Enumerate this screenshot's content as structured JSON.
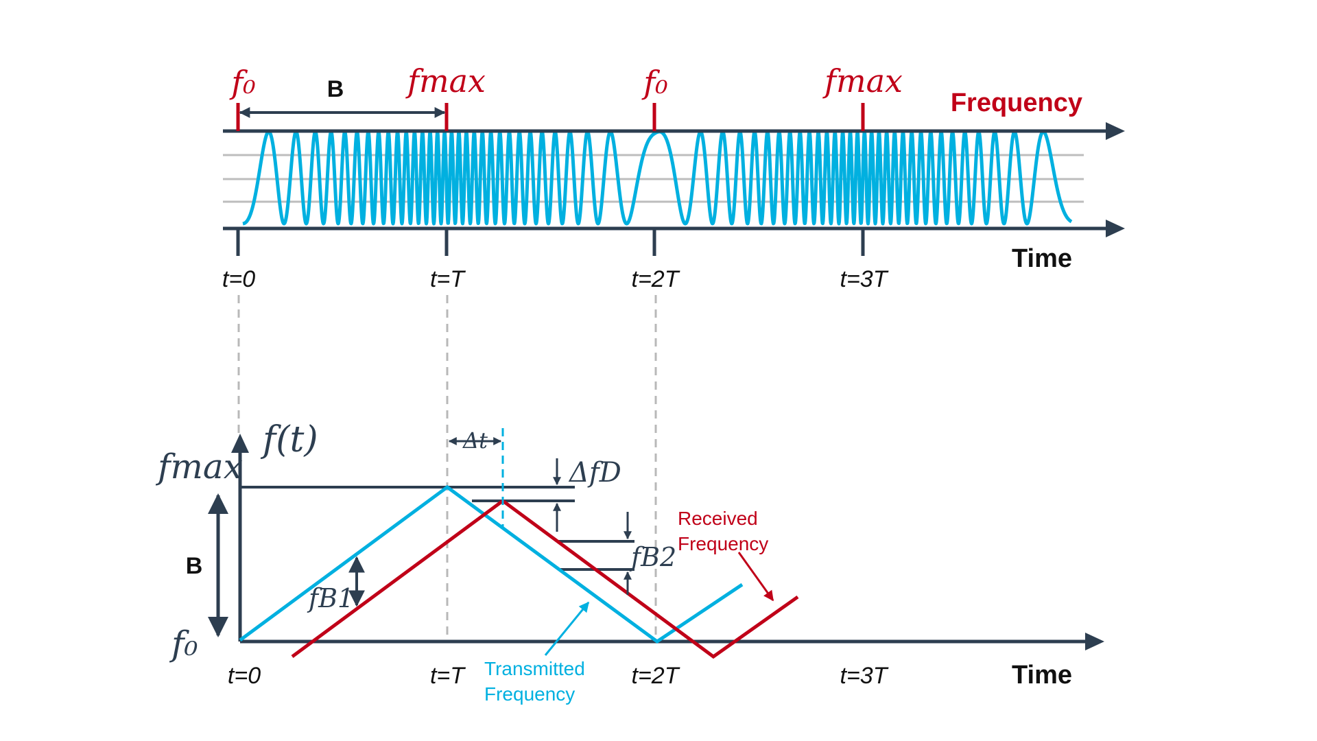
{
  "colors": {
    "axis": "#2d3e50",
    "transmitted": "#00b0e0",
    "received": "#c00018",
    "grid": "#bdbdbd",
    "guide": "#b8b8b8"
  },
  "top": {
    "marker_f0_1": "f₀",
    "marker_fmax_1": "fmax",
    "marker_f0_2": "f₀",
    "marker_fmax_2": "fmax",
    "bandwidth": "B",
    "frequency_axis": "Frequency",
    "time_axis": "Time",
    "ticks": [
      "t=0",
      "t=T",
      "t=2T",
      "t=3T"
    ]
  },
  "bottom": {
    "y_axis": "f(t)",
    "fmax": "fmax",
    "f0": "f₀",
    "bandwidth": "B",
    "delta_t": "Δt",
    "delta_fd": "ΔfD",
    "fb1": "fB1",
    "fb2": "fB2",
    "received_line1": "Received",
    "received_line2": "Frequency",
    "transmitted_line1": "Transmitted",
    "transmitted_line2": "Frequency",
    "time_axis": "Time",
    "ticks": [
      "t=0",
      "t=T",
      "t=2T",
      "t=3T"
    ]
  }
}
